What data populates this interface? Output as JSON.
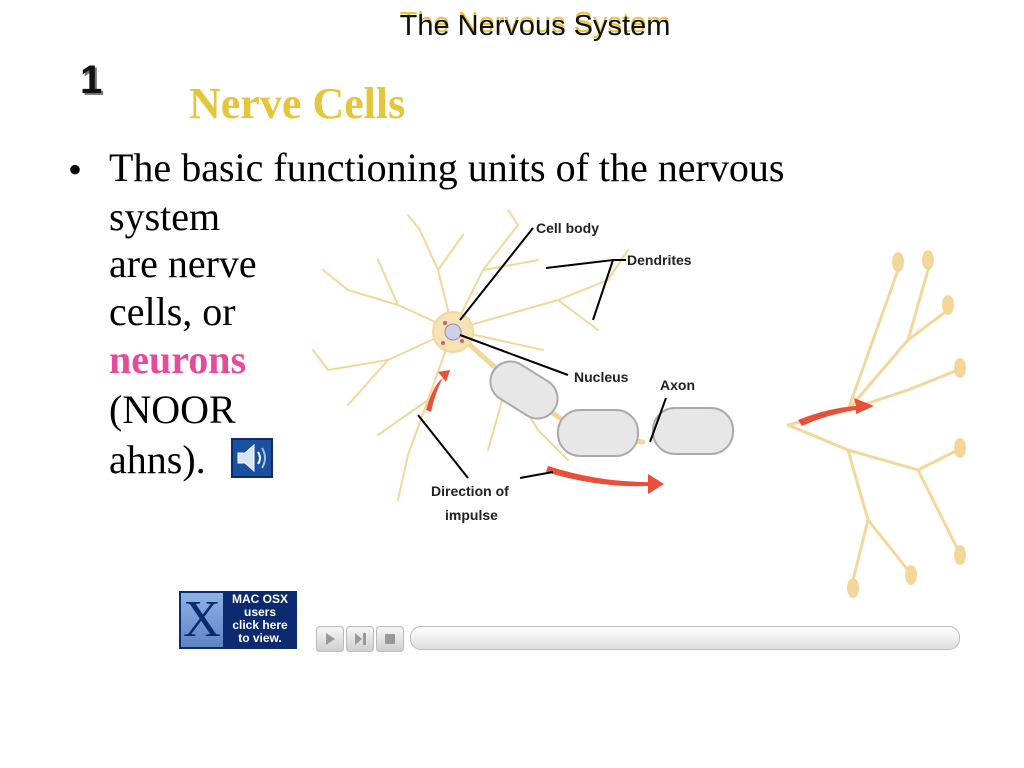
{
  "chapter_title": "The Nervous System",
  "section_number": "1",
  "slide_title": "Nerve Cells",
  "bullet": {
    "line1": "The basic functioning units of the nervous",
    "line2": "system",
    "line3": "are nerve",
    "line4": "cells, or",
    "term": "neurons",
    "pronunciation": "(NOOR",
    "line7": "ahns)."
  },
  "figure": {
    "labels": {
      "cell_body": "Cell body",
      "dendrites": "Dendrites",
      "nucleus": "Nucleus",
      "axon": "Axon",
      "direction_line1": "Direction of",
      "direction_line2": "impulse"
    }
  },
  "mac_button": {
    "logo": "X",
    "line1": "MAC OSX",
    "line2": "users",
    "line3": "click here",
    "line4": "to view."
  },
  "colors": {
    "title": "#e6c53b",
    "term": "#e64a9a",
    "neuron": "#f3d79a",
    "arrow": "#e8503a"
  },
  "icons": {
    "speaker": "speaker-icon",
    "play": "play-icon",
    "step": "step-forward-icon",
    "stop": "stop-icon"
  }
}
